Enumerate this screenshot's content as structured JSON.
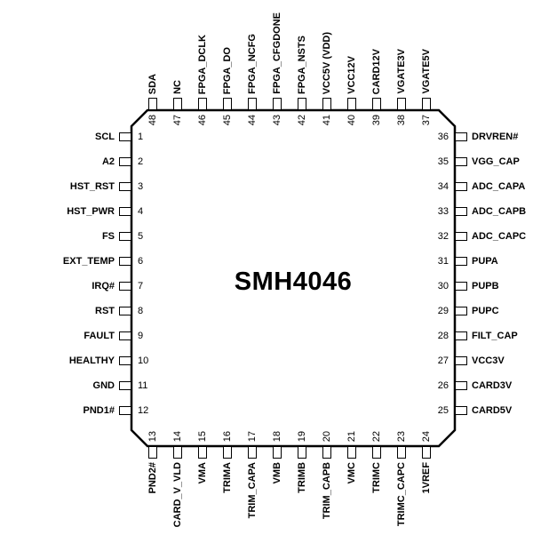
{
  "chip": {
    "title": "SMH4046"
  },
  "pins": {
    "left": [
      {
        "num": "1",
        "name": "SCL"
      },
      {
        "num": "2",
        "name": "A2"
      },
      {
        "num": "3",
        "name": "HST_RST"
      },
      {
        "num": "4",
        "name": "HST_PWR"
      },
      {
        "num": "5",
        "name": "FS"
      },
      {
        "num": "6",
        "name": "EXT_TEMP"
      },
      {
        "num": "7",
        "name": "IRQ#"
      },
      {
        "num": "8",
        "name": "RST"
      },
      {
        "num": "9",
        "name": "FAULT"
      },
      {
        "num": "10",
        "name": "HEALTHY"
      },
      {
        "num": "11",
        "name": "GND"
      },
      {
        "num": "12",
        "name": "PND1#"
      }
    ],
    "top": [
      {
        "num": "48",
        "name": "SDA"
      },
      {
        "num": "47",
        "name": "NC"
      },
      {
        "num": "46",
        "name": "FPGA_DCLK"
      },
      {
        "num": "45",
        "name": "FPGA_DO"
      },
      {
        "num": "44",
        "name": "FPGA_NCFG"
      },
      {
        "num": "43",
        "name": "FPGA_CFGDONE"
      },
      {
        "num": "42",
        "name": "FPGA_NSTS"
      },
      {
        "num": "41",
        "name": "VCC5V (VDD)"
      },
      {
        "num": "40",
        "name": "VCC12V"
      },
      {
        "num": "39",
        "name": "CARD12V"
      },
      {
        "num": "38",
        "name": "VGATE3V"
      },
      {
        "num": "37",
        "name": "VGATE5V"
      }
    ],
    "right": [
      {
        "num": "36",
        "name": "DRVREN#"
      },
      {
        "num": "35",
        "name": "VGG_CAP"
      },
      {
        "num": "34",
        "name": "ADC_CAPA"
      },
      {
        "num": "33",
        "name": "ADC_CAPB"
      },
      {
        "num": "32",
        "name": "ADC_CAPC"
      },
      {
        "num": "31",
        "name": "PUPA"
      },
      {
        "num": "30",
        "name": "PUPB"
      },
      {
        "num": "29",
        "name": "PUPC"
      },
      {
        "num": "28",
        "name": "FILT_CAP"
      },
      {
        "num": "27",
        "name": "VCC3V"
      },
      {
        "num": "26",
        "name": "CARD3V"
      },
      {
        "num": "25",
        "name": "CARD5V"
      }
    ],
    "bottom": [
      {
        "num": "13",
        "name": "PND2#"
      },
      {
        "num": "14",
        "name": "CARD_V_VLD"
      },
      {
        "num": "15",
        "name": "VMA"
      },
      {
        "num": "16",
        "name": "TRIMA"
      },
      {
        "num": "17",
        "name": "TRIM_CAPA"
      },
      {
        "num": "18",
        "name": "VMB"
      },
      {
        "num": "19",
        "name": "TRIMB"
      },
      {
        "num": "20",
        "name": "TRIM_CAPB"
      },
      {
        "num": "21",
        "name": "VMC"
      },
      {
        "num": "22",
        "name": "TRIMC"
      },
      {
        "num": "23",
        "name": "TRIMC_CAPC"
      },
      {
        "num": "24",
        "name": "1VREF"
      }
    ]
  }
}
